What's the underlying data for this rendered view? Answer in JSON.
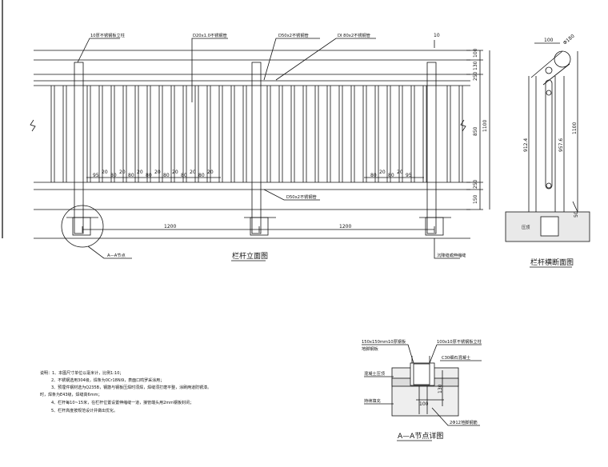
{
  "elevation": {
    "title": "栏杆立面图",
    "labels": {
      "post_plate": "10厚不锈钢板立柱",
      "baluster": "D20x1.0不锈钢管",
      "upper_rail": "D50x2不锈钢管",
      "top_rail": "DI 80x2不锈钢管",
      "lower_rail": "D50x2不锈钢管",
      "detail_ref": "A—A节点",
      "joint_note": "沉降缝或伸缩缝"
    },
    "dims": {
      "top": "10",
      "right": [
        "100",
        "130",
        "250",
        "850",
        "1100",
        "250",
        "150"
      ],
      "spans": [
        "1200",
        "1200"
      ],
      "spacing_left": [
        "95",
        "20",
        "80",
        "20",
        "80",
        "20",
        "80",
        "20",
        "80",
        "20",
        "80",
        "20",
        "80",
        "20"
      ],
      "spacing_right": [
        "80",
        "20",
        "80",
        "20",
        "95"
      ]
    }
  },
  "section": {
    "title": "栏杆横断面图",
    "dims": {
      "top_w": "100",
      "top_d": "Φ180",
      "h1": "912.4",
      "h2": "957.6",
      "h3": "1100",
      "base": "50"
    },
    "labels": {
      "ground": "压顶"
    }
  },
  "detail": {
    "title": "A—A节点详图",
    "labels": {
      "plate": "150x150mm10厚钢板",
      "plate2": "地脚钢板",
      "post": "100x10厚不锈钢板立柱",
      "concrete": "C30细石混凝土",
      "base": "混凝土压顶",
      "bolt": "持续填充",
      "anchor": "2Φ12地脚钢筋"
    },
    "dims": [
      "130",
      "100"
    ]
  },
  "notes": [
    "说明：1、本图尺寸单位以毫米计，比例1:10；",
    "2、不锈钢选用304级，焊条为0Cr18Ni9，表面口鸣罗采涂用；",
    "3、预埋件钢材选为Q235B，钢筋与钢板压焊时须焊，焊缝须打磨平整，涂刷两道防锈漆。",
    "时，焊条为E43级，焊缝高6mm；",
    "4、栏杆每10~15米，在栏杆位置设置伸缩缝一道，接管端头用2mm钢板封闭；",
    "5、栏杆高度按规范设计并做出优化。"
  ]
}
